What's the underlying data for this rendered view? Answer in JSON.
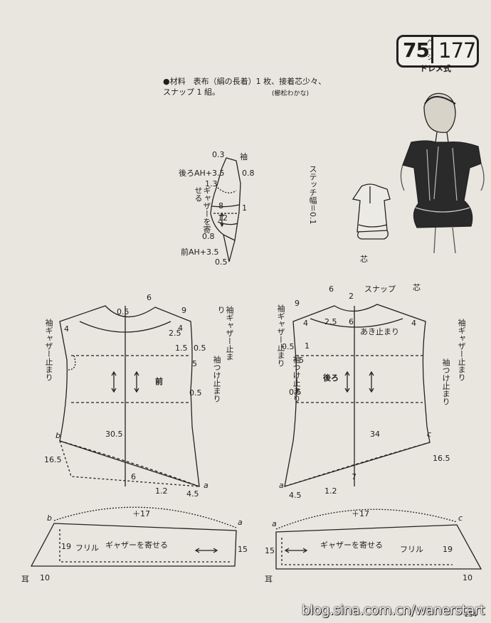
{
  "header": {
    "page_num": "75",
    "page_unit": "ページ",
    "pattern_num": "177",
    "style": "ドレメ式"
  },
  "materials": {
    "line1": "●材料　表布（絹の長着）1 枚、接着芯少々、",
    "line2": "スナップ 1 組。",
    "author": "(櫛松わかな)"
  },
  "sleeve": {
    "title": "袖",
    "back_ah": "後ろAH+3.5",
    "front_ah": "前AH+3.5",
    "gather": "ギャザーを寄せる",
    "m03": "0.3",
    "m08a": "0.8",
    "m13": "1.3",
    "m8": "8",
    "m12": "12",
    "m1": "1",
    "m08b": "0.8",
    "m05": "0.5"
  },
  "stitch_note": "ステッチ幅＝0.1",
  "front": {
    "label": "前",
    "gather_stop": "袖ギャザー止まり",
    "sleeve_stop_right": "袖ギャザー止まり",
    "attach_stop": "袖つけ止まり",
    "m6": "6",
    "m05n": "0.5",
    "m9": "9",
    "m4a": "4",
    "m4b": "4",
    "m25": "2.5",
    "m15": "1.5",
    "m05a": "0.5",
    "m5": "5",
    "m05b": "0.5",
    "m305": "30.5",
    "m165": "16.5",
    "m6b": "6",
    "m12": "1.2",
    "m45": "4.5",
    "pb": "b",
    "pa": "a"
  },
  "back": {
    "label": "後ろ",
    "core": "芯",
    "snap": "スナップ",
    "core2": "芯",
    "open_stop": "あき止まり",
    "gather_stop": "袖ギャザー止まり",
    "attach_stop": "袖つけ止まり",
    "gather_stop_r": "袖ギャザー止まり",
    "attach_stop_r": "袖つけ止まり",
    "m9": "9",
    "m6": "6",
    "m2": "2",
    "m25": "2.5",
    "m6b": "6",
    "m4a": "4",
    "m4b": "4",
    "m05a": "0.5",
    "m1": "1",
    "m5": "5",
    "m05b": "0.5",
    "m34": "34",
    "m165": "16.5",
    "m7": "7",
    "m45": "4.5",
    "m12": "1.2",
    "pc": "c",
    "pa": "a"
  },
  "frill_left": {
    "name": "フリル",
    "gather": "ギャザーを寄せる",
    "plus": "＋17",
    "h19": "19",
    "h15": "15",
    "w10": "10",
    "ear": "耳",
    "pb": "b",
    "pa": "a"
  },
  "frill_right": {
    "name": "フリル",
    "gather": "ギャザーを寄せる",
    "plus": "＋17",
    "h19": "19",
    "h15": "15",
    "w10": "10",
    "ear": "耳",
    "pa": "a",
    "pc": "c"
  },
  "footer": {
    "page_no": "234",
    "watermark": "blog.sina.com.cn/wanerstart"
  }
}
